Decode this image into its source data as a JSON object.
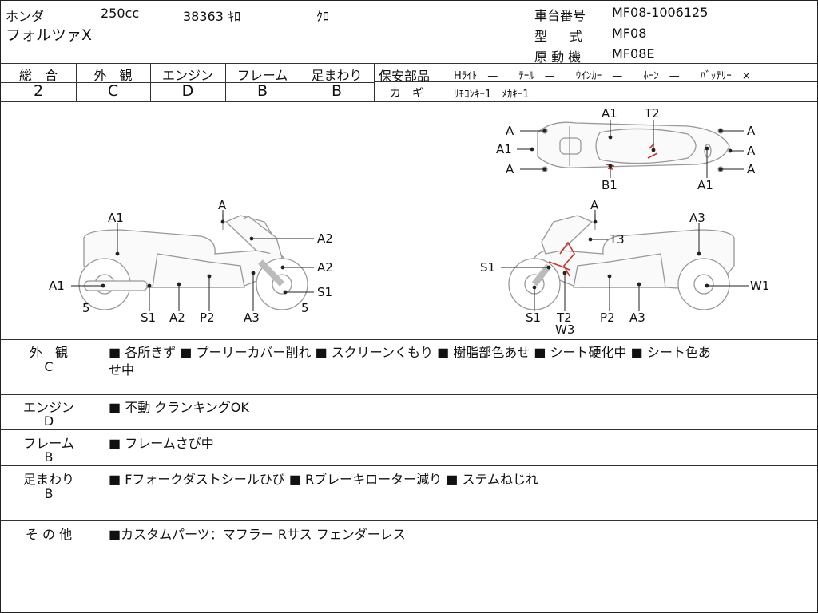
{
  "header": {
    "maker": "ホンダ",
    "cc": "250cc",
    "mileage": "38363 ｷﾛ",
    "color": "ｸﾛ",
    "model_name": "フォルツァX",
    "frame_no_label": "車台番号",
    "frame_no": "MF08-1006125",
    "type_label": "型　式",
    "type": "MF08",
    "engine_label": "原 動 機",
    "engine": "MF08E"
  },
  "grades": [
    {
      "label": "総　合",
      "value": "2"
    },
    {
      "label": "外　観",
      "value": "C"
    },
    {
      "label": "エンジン",
      "value": "D"
    },
    {
      "label": "フレーム",
      "value": "B"
    },
    {
      "label": "足まわり",
      "value": "B"
    }
  ],
  "safety": {
    "label": "保安部品",
    "items": "Hﾗｲﾄ　—　　ﾃｰﾙ　—　　ｳｲﾝｶｰ　—　　ﾎｰﾝ　—　　ﾊﾞｯﾃﾘｰ　×",
    "key_label": "カ　ギ",
    "key_value": "ﾘﾓｺﾝｷｰ1　ﾒｶｷｰ1"
  },
  "diagram_labels": {
    "top": [
      "A",
      "A1",
      "A",
      "A1",
      "T2",
      "B1",
      "A1",
      "A",
      "A",
      "A"
    ],
    "left": [
      "A",
      "A1",
      "A2",
      "A2",
      "A1",
      "S1",
      "5",
      "S1",
      "A2",
      "P2",
      "A3",
      "5"
    ],
    "right": [
      "A",
      "A3",
      "T3",
      "S1",
      "W1",
      "S1",
      "T2",
      "W3",
      "P2",
      "A3"
    ]
  },
  "remarks": [
    {
      "title": "外　観",
      "grade": "C",
      "lines": [
        "■ 各所きず ■ プーリーカバー削れ ■ スクリーンくもり ■ 樹脂部色あせ ■ シート硬化中 ■ シート色あ",
        "せ中"
      ]
    },
    {
      "title": "エンジン",
      "grade": "D",
      "lines": [
        "■ 不動 クランキングOK"
      ]
    },
    {
      "title": "フレーム",
      "grade": "B",
      "lines": [
        "■ フレームさび中"
      ]
    },
    {
      "title": "足まわり",
      "grade": "B",
      "lines": [
        "■ Fフォークダストシールひび ■ Rブレーキローター減り ■ ステムねじれ"
      ]
    },
    {
      "title": "そ の 他",
      "grade": "",
      "lines": [
        "■カスタムパーツ：マフラー Rサス フェンダーレス"
      ]
    }
  ]
}
